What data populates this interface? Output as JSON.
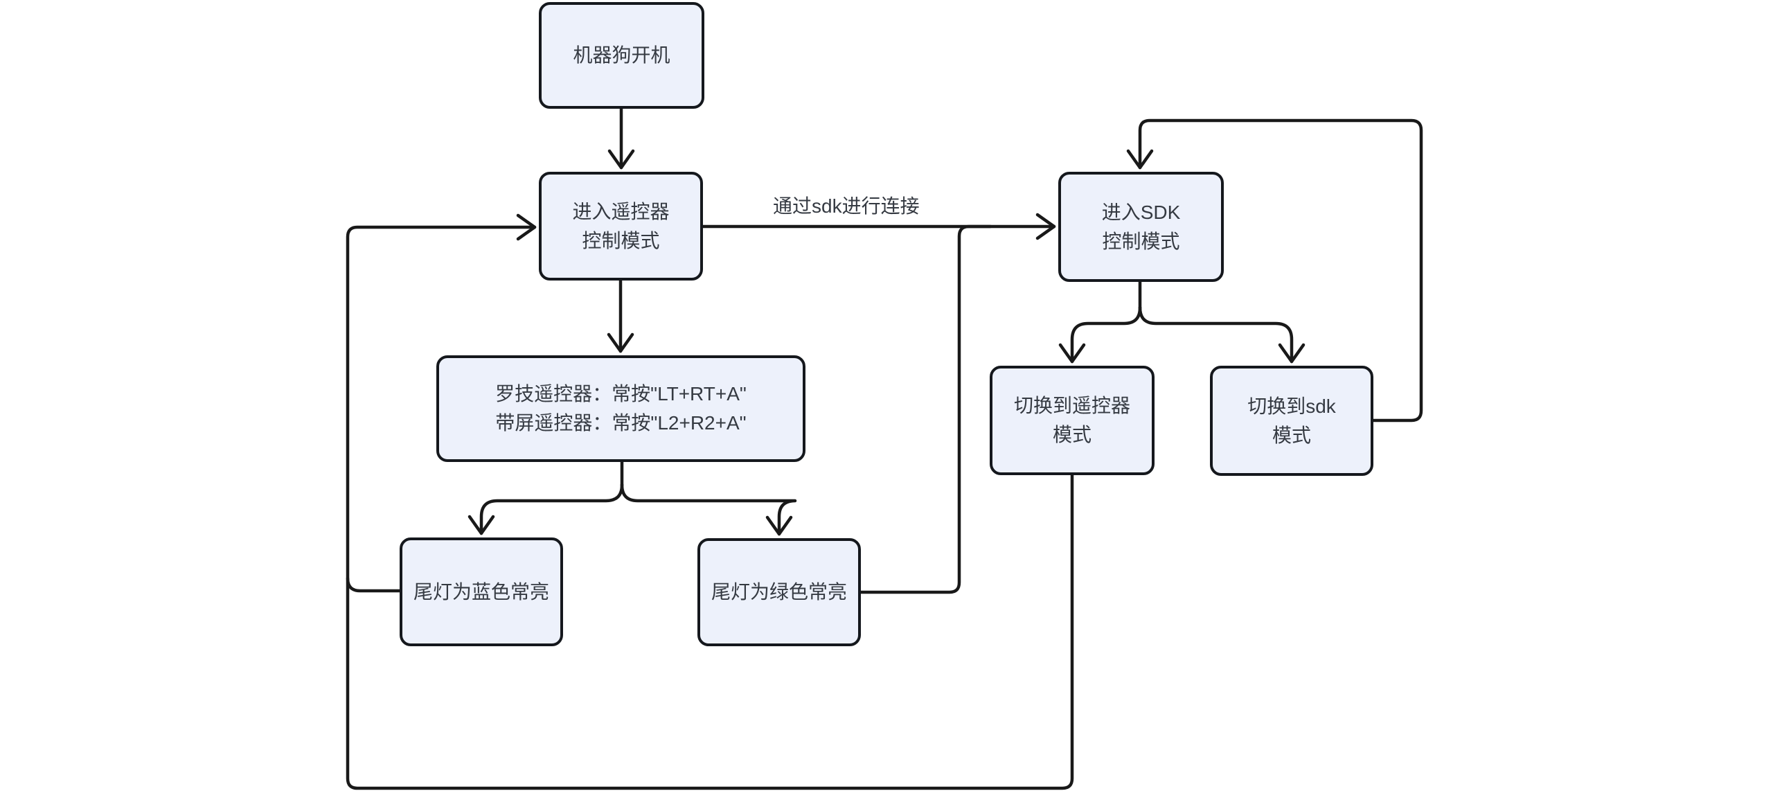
{
  "colors": {
    "node_fill": "#edf1fb",
    "node_border": "#15181d",
    "edge": "#191919",
    "text": "#353a42",
    "bg": "#ffffff"
  },
  "nodes": {
    "power_on": {
      "line1": "机器狗开机"
    },
    "rc_mode": {
      "line1": "进入遥控器",
      "line2": "控制模式"
    },
    "sdk_mode": {
      "line1": "进入SDK",
      "line2": "控制模式"
    },
    "remote_hotkeys": {
      "line1": "罗技遥控器：常按\"LT+RT+A\"",
      "line2": "带屏遥控器：常按\"L2+R2+A\""
    },
    "blue_light": {
      "line1": "尾灯为蓝色常亮"
    },
    "green_light": {
      "line1": "尾灯为绿色常亮"
    },
    "switch_rc": {
      "line1": "切换到遥控器",
      "line2": "模式"
    },
    "switch_sdk": {
      "line1": "切换到sdk",
      "line2": "模式"
    }
  },
  "edges": {
    "sdk_connect_label": "通过sdk进行连接"
  }
}
